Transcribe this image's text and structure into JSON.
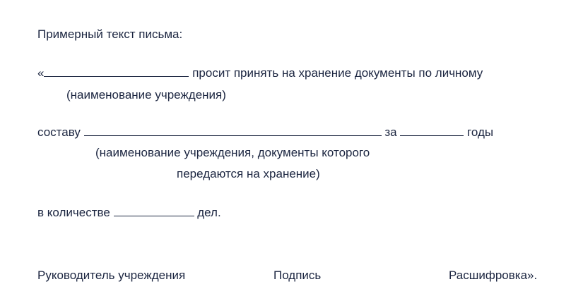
{
  "document": {
    "heading": "Примерный текст письма:",
    "line1": {
      "open_quote": "«",
      "text_after_blank": "просит принять на хранение документы по личному"
    },
    "hint1": "(наименование учреждения)",
    "line2": {
      "prefix": "составу",
      "middle": "за",
      "suffix": "годы"
    },
    "hint2_line1": "(наименование учреждения, документы которого",
    "hint2_line2": "передаются на хранение)",
    "line3": {
      "prefix": "в количестве",
      "suffix": "дел."
    },
    "signature": {
      "position": "Руководитель учреждения",
      "signature": "Подпись",
      "decoding": "Расшифровка»."
    }
  },
  "colors": {
    "text": "#1b2540",
    "background": "#ffffff"
  }
}
